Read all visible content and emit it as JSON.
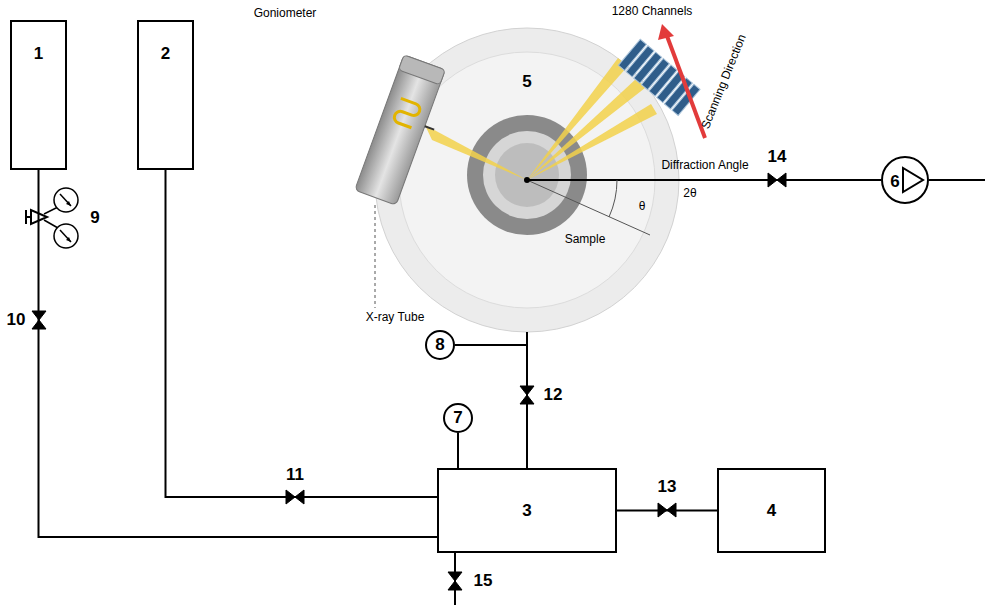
{
  "diagram": {
    "nodes": [
      {
        "text": [
          "1"
        ]
      },
      {
        "text": [
          "2"
        ]
      },
      {
        "text": [
          "Goniometer",
          "5"
        ]
      },
      {
        "text": [
          "6"
        ]
      },
      {
        "text": [
          "8"
        ]
      },
      {
        "text": [
          "7"
        ]
      },
      {
        "text": [
          "3"
        ]
      },
      {
        "text": [
          "4"
        ]
      }
    ],
    "edges": [
      {
        "from": 0,
        "to": 6,
        "arrow": "none"
      },
      {
        "from": 1,
        "to": 6,
        "arrow": "none"
      },
      {
        "from": 6,
        "to": 7,
        "arrow": "none"
      },
      {
        "from": 6,
        "to": 2,
        "arrow": "none"
      },
      {
        "from": 4,
        "to": 2,
        "arrow": "none"
      },
      {
        "from": 5,
        "to": 6,
        "arrow": "none"
      },
      {
        "from": 2,
        "to": 3,
        "arrow": "none"
      }
    ],
    "labels": [
      "9",
      "10",
      "11",
      "12",
      "13",
      "14",
      "15",
      "1280 Channels",
      "Scanning Direction",
      "Diffraction Angle",
      "2θ",
      "θ",
      "Sample",
      "X-ray Tube"
    ]
  }
}
